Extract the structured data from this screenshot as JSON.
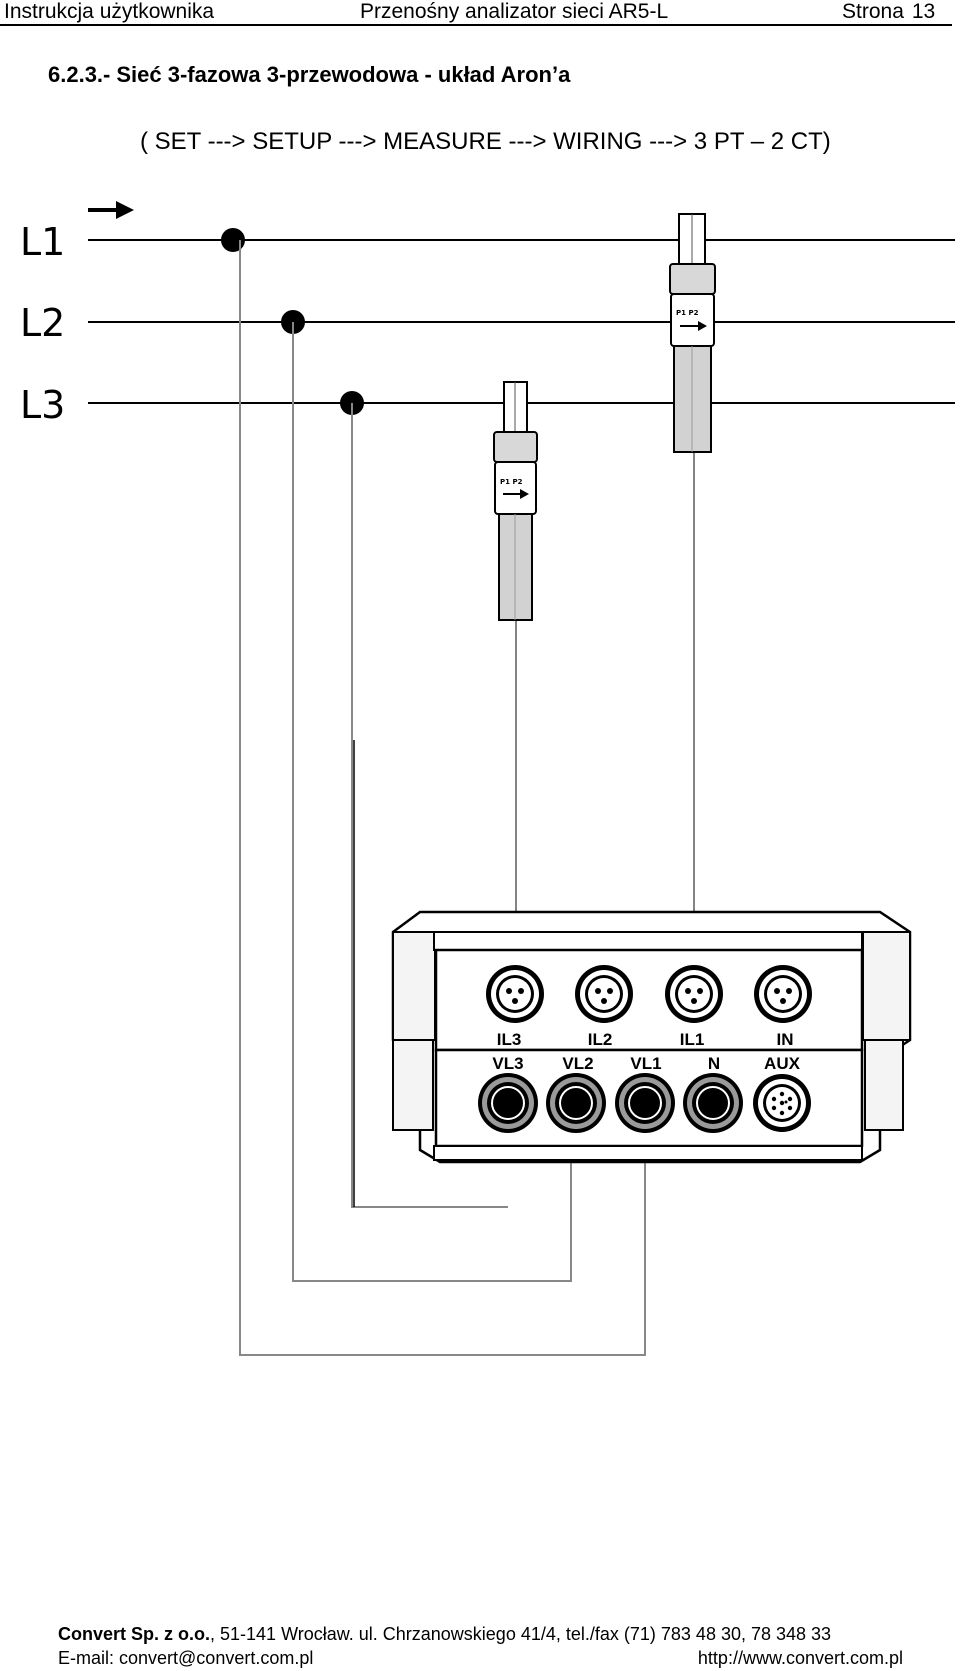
{
  "header": {
    "left": "Instrukcja użytkownika",
    "center": "Przenośny analizator sieci AR5-L",
    "page_label": "Strona",
    "page_number": "13"
  },
  "section": {
    "number": "6.2.3.-",
    "title": "Sieć 3-fazowa 3-przewodowa - układ Aron’a"
  },
  "menu_path": "( SET ---> SETUP ---> MEASURE ---> WIRING ---> 3 PT – 2 CT)",
  "diagram": {
    "lines": [
      "L1",
      "L2",
      "L3"
    ],
    "clamp_label": "P1 P2",
    "current_inputs": [
      "IL3",
      "IL2",
      "IL1",
      "IN"
    ],
    "voltage_inputs": [
      "VL3",
      "VL2",
      "VL1",
      "N",
      "AUX"
    ]
  },
  "footer": {
    "company": "Convert Sp. z o.o.",
    "address": ", 51-141 Wrocław. ul. Chrzanowskiego 41/4, tel./fax (71) 783 48 30, 78 348 33",
    "email": "E-mail: convert@convert.com.pl",
    "website": "http://www.convert.com.pl"
  }
}
